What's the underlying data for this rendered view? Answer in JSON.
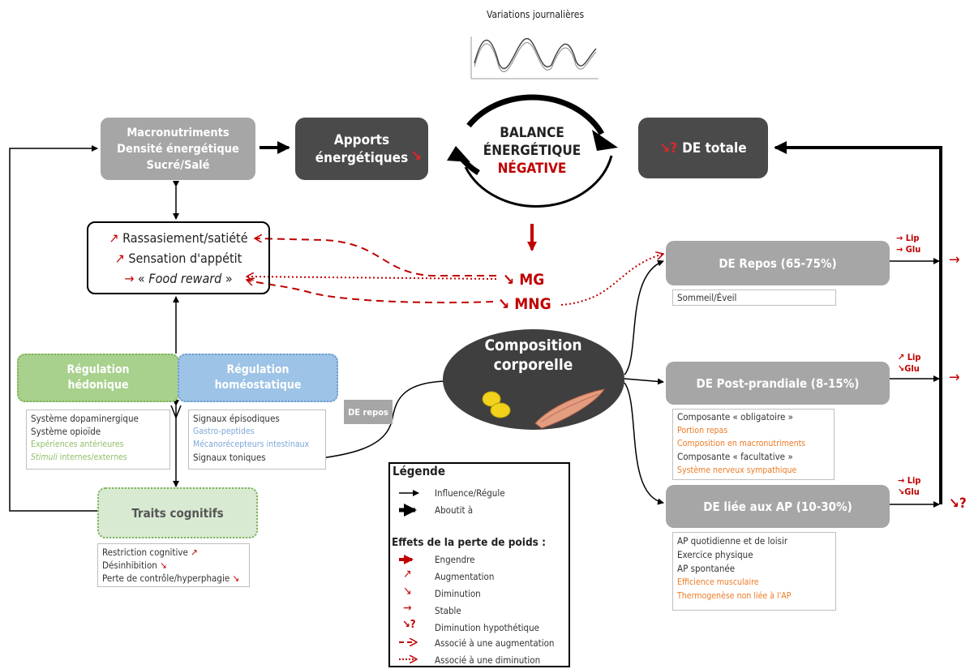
{
  "top_chart": {
    "title": "Variations journalières"
  },
  "balance": {
    "line1": "BALANCE",
    "line2": "ÉNERGÉTIQUE",
    "line3": "NÉGATIVE"
  },
  "macronutriments": {
    "line1": "Macronutriments",
    "line2": "Densité énergétique",
    "line3": "Sucré/Salé"
  },
  "apports": {
    "line1": "Apports",
    "line2": "énergétiques",
    "trend": "↘"
  },
  "de_totale": {
    "trend": "↘?",
    "label": "DE totale"
  },
  "appetit": {
    "row1_trend": "↗",
    "row1_label": "Rassasiement/satiété",
    "row2_trend": "↗",
    "row2_label": "Sensation d'appétit",
    "row3_trend": "→",
    "row3_open": "« ",
    "row3_label": "Food reward",
    "row3_close": " »"
  },
  "mg": {
    "trend": "↘",
    "label": "MG"
  },
  "mng": {
    "trend": "↘",
    "label": "MNG"
  },
  "regulation_hedonique": {
    "line1": "Régulation",
    "line2": "hédonique"
  },
  "regulation_homeostatique": {
    "line1": "Régulation",
    "line2": "homéostatique"
  },
  "hedonique_list": {
    "item1": "Système dopaminergique",
    "item2": "Système opioïde",
    "item3": "Expériences antérieures",
    "item4_em": "Stimuli",
    "item4_rest": " internes/externes"
  },
  "homeostatique_list": {
    "item1": "Signaux épisodiques",
    "item2": "Gastro-peptides",
    "item3": "Mécanorécepteurs intestinaux",
    "item4": "Signaux toniques"
  },
  "de_repos_tag": "DE repos",
  "composition": {
    "line1": "Composition",
    "line2": "corporelle"
  },
  "traits": {
    "label": "Traits cognitifs"
  },
  "traits_list": {
    "item1": "Restriction cognitive",
    "item1_trend": "↗",
    "item2": "Désinhibition",
    "item2_trend": "↘",
    "item3": "Perte de contrôle/hyperphagie",
    "item3_trend": "↘"
  },
  "de_repos": {
    "label": "DE Repos (65-75%)",
    "lip": "→ Lip",
    "glu": "→ Glu",
    "detail": "Sommeil/Éveil",
    "out": "→"
  },
  "de_postprandiale": {
    "label": "DE Post-prandiale (8-15%)",
    "lip": "↗ Lip",
    "glu": "↘Glu",
    "out": "→",
    "d1": "Composante « obligatoire »",
    "d2": "Portion repas",
    "d3": "Composition en macronutriments",
    "d4": "Composante « facultative »",
    "d5": "Système nerveux sympathique"
  },
  "de_ap": {
    "label": "DE liée aux AP (10-30%)",
    "lip": "→ Lip",
    "glu": "↘Glu",
    "out": "↘?",
    "d1": "AP quotidienne et de loisir",
    "d2": "Exercice physique",
    "d3": "AP spontanée",
    "d4": "Efficience musculaire",
    "d5": "Thermogenèse non liée à l'AP"
  },
  "legend": {
    "title": "Légende",
    "influence": "Influence/Régule",
    "aboutit": "Aboutit à",
    "effets_title": "Effets de la perte de poids :",
    "engendre": "Engendre",
    "augmentation": "Augmentation",
    "diminution": "Diminution",
    "stable": "Stable",
    "dim_hyp": "Diminution hypothétique",
    "assoc_aug": "Associé à une augmentation",
    "assoc_dim": "Associé à une diminution",
    "sym_aug": "↗",
    "sym_dim": "↘",
    "sym_stable": "→",
    "sym_hyp": "↘?"
  },
  "colors": {
    "red": "#c00000",
    "dark_box": "#4a4a4a",
    "grey_box": "#a6a6a6",
    "green": "#a9d18e",
    "blue": "#9dc3e6",
    "orange": "#ec7b26"
  }
}
